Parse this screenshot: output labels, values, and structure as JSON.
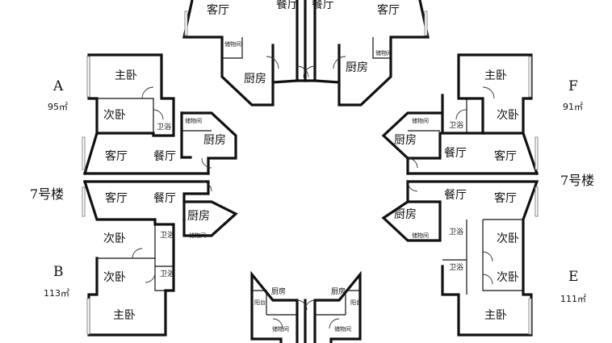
{
  "rooms": {
    "living": "客厅",
    "dining": "餐厅",
    "kitchen": "厨房",
    "master": "主卧",
    "second": "次卧",
    "bath": "卫浴",
    "storage": "储物间",
    "balcony": "阳台"
  },
  "units": {
    "A": {
      "letter": "A",
      "area": "95㎡"
    },
    "B": {
      "letter": "B",
      "area": "113㎡"
    },
    "E": {
      "letter": "E",
      "area": "111㎡"
    },
    "F": {
      "letter": "F",
      "area": "91㎡"
    }
  },
  "building": {
    "left": "7号楼",
    "right": "7号楼"
  }
}
